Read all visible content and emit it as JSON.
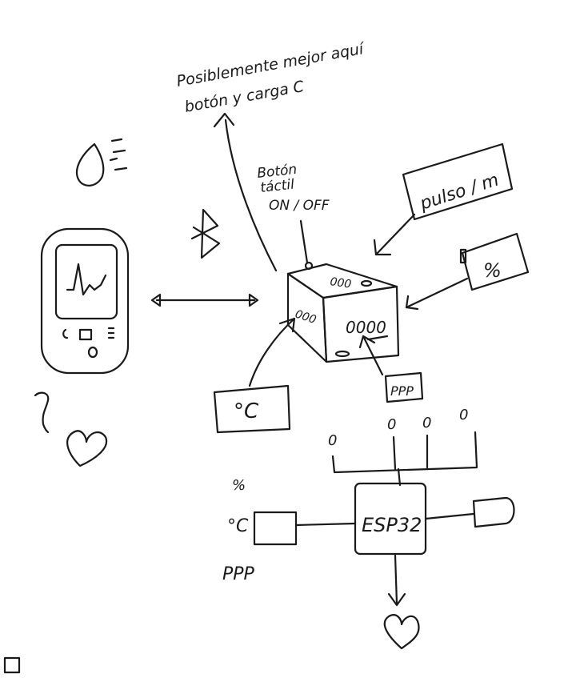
{
  "notes": {
    "top_note_line1": "Posiblemente mejor aquí",
    "top_note_line2": "botón y carga C",
    "tactile_button_line1": "Botón",
    "tactile_button_line2": "táctil",
    "tactile_button_line3": "ON / OFF"
  },
  "labels": {
    "pulse_box": "pulso / m",
    "humidity_box": "%",
    "temperature_box": "°C",
    "ppp_box": "PPP",
    "controller_box": "ESP32",
    "side_percent": "%",
    "side_celsius": "°C",
    "side_ppp": "PPP"
  },
  "device_face": {
    "top_digits": "000",
    "front_digits": "0000",
    "side_digits": "000"
  },
  "bus_nodes": [
    "0",
    "0",
    "0",
    "0"
  ],
  "colors": {
    "ink": "#1a1a1a",
    "paper": "#ffffff"
  },
  "icons": [
    "smartwatch-icon",
    "bluetooth-icon",
    "heart-icon",
    "droplet-icon",
    "wave-icon",
    "ecg-waveform-icon"
  ]
}
